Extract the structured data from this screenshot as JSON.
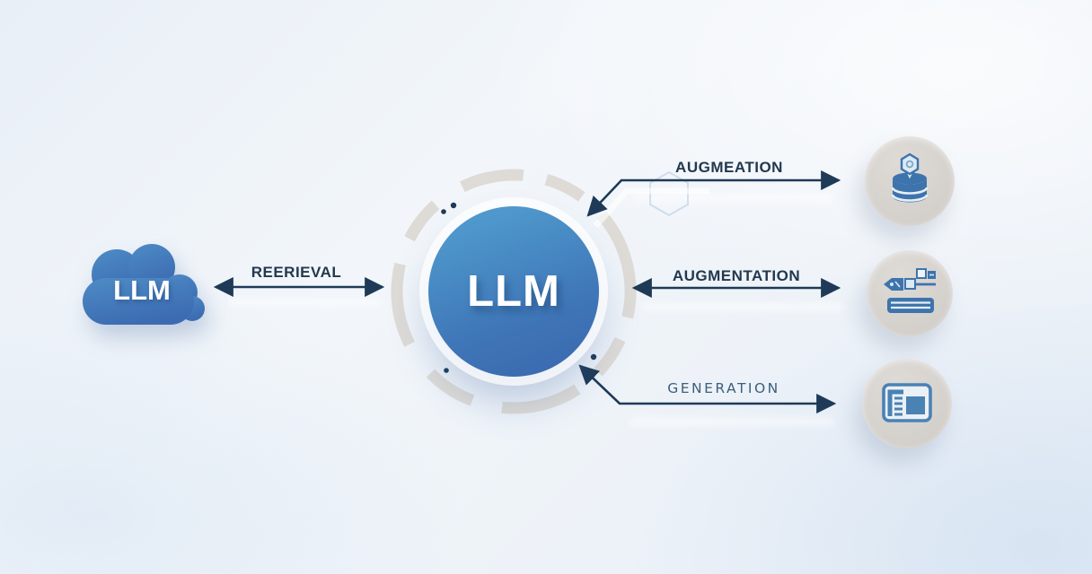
{
  "cloud": {
    "label": "LLM"
  },
  "center_node": {
    "label": "LLM"
  },
  "edges": {
    "retrieval": {
      "label": "REERIEVAL"
    },
    "augmentation_top": {
      "label": "AUGMEATION"
    },
    "augmentation_middle": {
      "label": "AUGMENTATION"
    },
    "generation": {
      "label": "GENERATION"
    }
  },
  "nodes": {
    "database": {
      "icon": "database-icon"
    },
    "pipeline": {
      "icon": "data-pipeline-icon"
    },
    "document": {
      "icon": "document-window-icon"
    }
  },
  "colors": {
    "background": "#eef3f9",
    "node_blue_top": "#4d94c9",
    "node_blue_bottom": "#3a66ad",
    "arrow_navy": "#1e3a57",
    "icon_blue": "#3d74ad",
    "ring_gray": "#dcd9d5",
    "icon_circle_gray": "#d6d2ce",
    "label_navy": "#22384f",
    "generation_label_color": "#3a607c"
  }
}
